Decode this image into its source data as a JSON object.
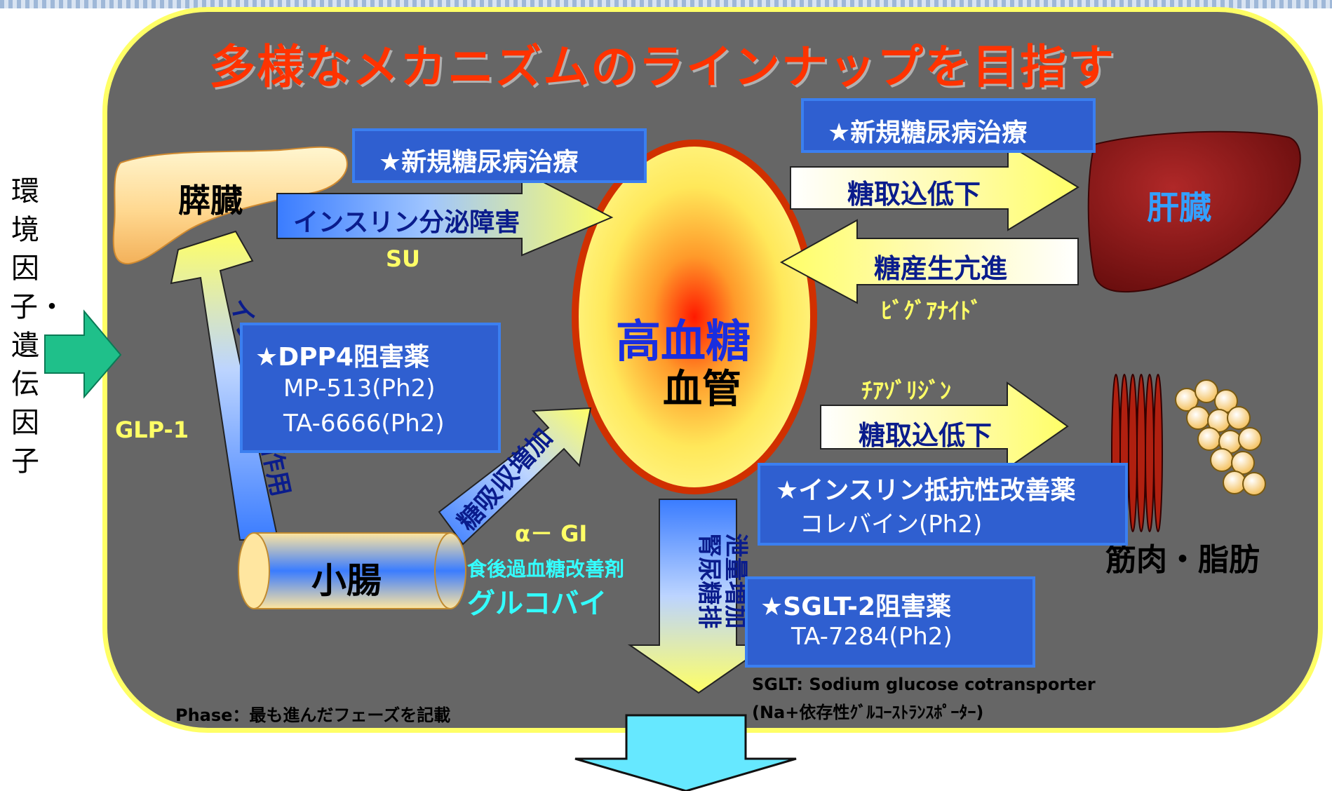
{
  "title": "多様なメカニズムのラインナップを目指す",
  "left_label": "環境因子・遺伝因子",
  "center": {
    "main": "高血糖",
    "sub": "血管"
  },
  "organs": {
    "pancreas": "膵臓",
    "liver": "肝臓",
    "intestine": "小腸",
    "muscle_fat": "筋肉・脂肪"
  },
  "arrows": {
    "insulin_secretion": "インスリン分泌障害",
    "liver_uptake": "糖取込低下",
    "gluconeogenesis": "糖産生亢進",
    "incretin": "インクレチン作用",
    "absorption": "糖吸収増加",
    "muscle_uptake": "糖取込低下",
    "renal_line1": "腎尿糖排",
    "renal_line2": "泄量増加"
  },
  "boxes": {
    "novel_top": "★新規糖尿病治療",
    "novel_right": "★新規糖尿病治療",
    "dpp4": [
      "★DPP4阻害薬",
      "MP-513(Ph2)",
      "TA-6666(Ph2)"
    ],
    "insulin_res": [
      "★インスリン抵抗性改善薬",
      "コレバイン(Ph2)"
    ],
    "sglt2": [
      "★SGLT-2阻害薬",
      "TA-7284(Ph2)"
    ]
  },
  "labels": {
    "su": "SU",
    "glp1": "GLP-1",
    "biguanide": "ﾋﾞｸﾞｱﾅｲﾄﾞ",
    "thiazolidine": "ﾁｱｿﾞﾘｼﾞﾝ",
    "alpha_gi": "α－ GI",
    "postprandial": "食後過血糖改善剤",
    "glucobay": "グルコバイ",
    "phase": "Phase：最も進んだフェーズを記載",
    "sglt_def1": "SGLT: Sodium glucose cotransporter",
    "sglt_def2": "(Na+依存性ｸﾞﾙｺｰｽﾄﾗﾝｽﾎﾟｰﾀｰ)"
  },
  "colors": {
    "title": "#ff3300",
    "panel": "#666666",
    "panel_border": "#ffff66",
    "box_fill": "#2f5fd0",
    "arrow_fill": "#ffff66",
    "label_yellow": "#ffff66",
    "label_cyan": "#33ffff",
    "center_text": "#1a2ee0",
    "liver": "#8b1a1a"
  }
}
